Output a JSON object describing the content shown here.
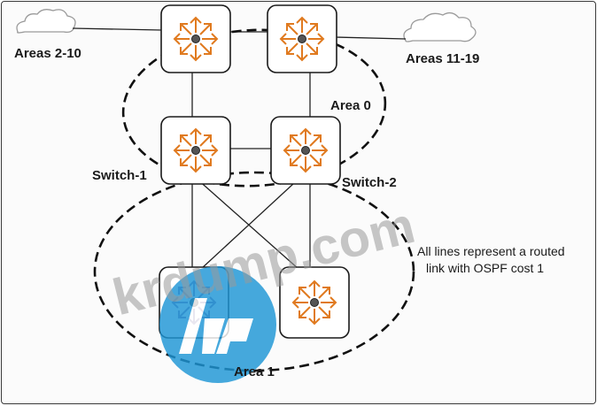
{
  "diagram": {
    "labels": {
      "areas_left": "Areas 2-10",
      "areas_right": "Areas 11-19",
      "area0": "Area 0",
      "area1": "Area 1",
      "switch1": "Switch-1",
      "switch2": "Switch-2"
    },
    "note": {
      "line1": "All lines represent a routed",
      "line2": "link with OSPF cost 1"
    }
  },
  "watermark": {
    "text": "krdump.com"
  },
  "colors": {
    "router_arrow": "#e07a1f",
    "router_arrow_alt": "#8a7ab0",
    "router_center": "#555555",
    "logo_blue": "#1e96d6",
    "link": "#222222"
  }
}
